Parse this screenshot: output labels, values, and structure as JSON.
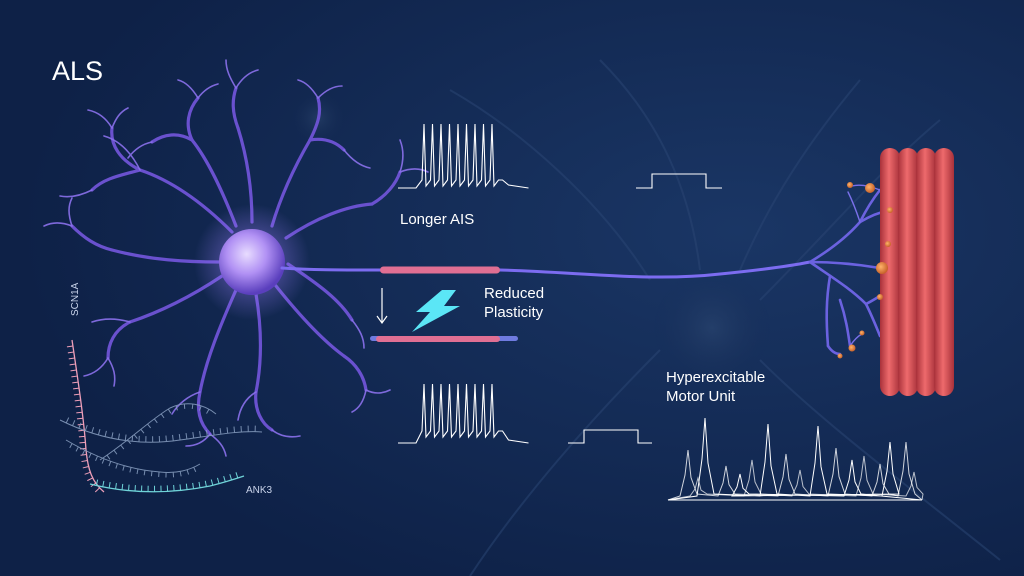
{
  "title": "ALS",
  "labels": {
    "longer_ais": "Longer AIS",
    "reduced_plasticity": "Reduced\nPlasticity",
    "hyperexcitable": "Hyperexcitable\nMotor Unit",
    "ank3": "ANK3",
    "scn1a": "SCN1A"
  },
  "icons": [
    "neuron-icon",
    "lightning-icon",
    "down-arrow-icon",
    "muscle-fiber-icon"
  ],
  "colors": {
    "background": "#10244a",
    "neuron": "#6f54d6",
    "axon_initial_segment": "#e06f93",
    "lightning": "#5ff0ff",
    "muscle": "#d94e55",
    "terminal": "#e4863b",
    "scn1a_strand": "#ee9fb9",
    "ank3_strand": "#6fd3d8"
  }
}
